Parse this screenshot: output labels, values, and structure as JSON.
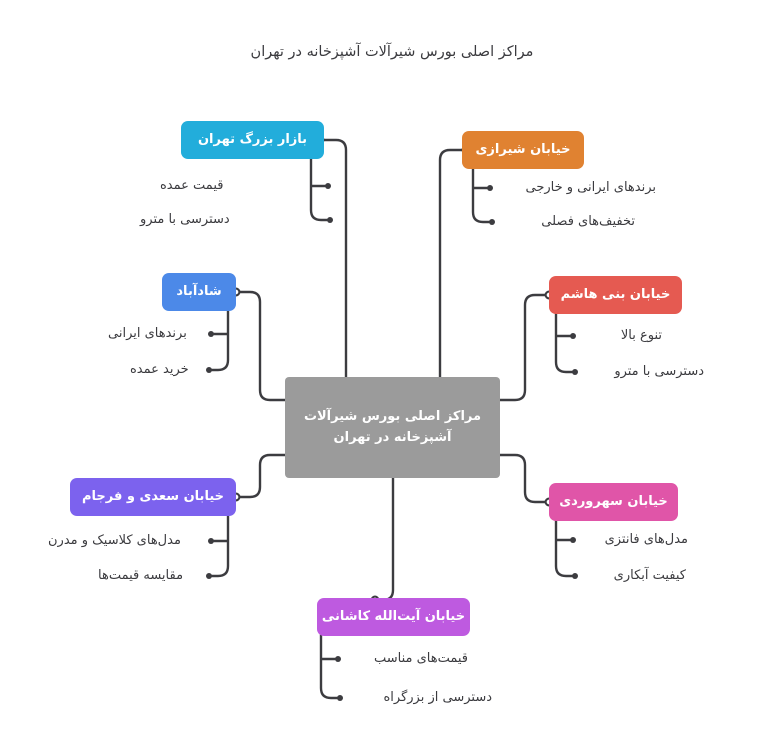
{
  "title": "مراکز اصلی بورس شیرآلات آشپزخانه در تهران",
  "central": {
    "label": "مراکز اصلی بورس شیرآلات آشپزخانه در تهران",
    "color": "#9b9b9b"
  },
  "branches": [
    {
      "id": "bazar-bozorg-tehran",
      "label": "بازار بزرگ تهران",
      "color": "#22ADDB",
      "children": [
        {
          "label": "قیمت عمده"
        },
        {
          "label": "دسترسی با مترو"
        }
      ]
    },
    {
      "id": "khiaban-shirazi",
      "label": "خیابان شیرازی",
      "color": "#E08231",
      "children": [
        {
          "label": "برندهای ایرانی و خارجی"
        },
        {
          "label": "تخفیف‌های فصلی"
        }
      ]
    },
    {
      "id": "shadabad",
      "label": "شادآباد",
      "color": "#4C89E8",
      "children": [
        {
          "label": "برندهای ایرانی"
        },
        {
          "label": "خرید عمده"
        }
      ]
    },
    {
      "id": "khiaban-bani-hashem",
      "label": "خیابان بنی هاشم",
      "color": "#E55A51",
      "children": [
        {
          "label": "تنوع بالا"
        },
        {
          "label": "دسترسی با مترو"
        }
      ]
    },
    {
      "id": "khiaban-saadi-o-farjam",
      "label": "خیابان سعدی و فرجام",
      "color": "#7C62EE",
      "children": [
        {
          "label": "مدل‌های کلاسیک و مدرن"
        },
        {
          "label": "مقایسه قیمت‌ها"
        }
      ]
    },
    {
      "id": "khiaban-sohrevardi",
      "label": "خیابان سهروردی",
      "color": "#E055A8",
      "children": [
        {
          "label": "مدل‌های فانتزی"
        },
        {
          "label": "کیفیت آبکاری"
        }
      ]
    },
    {
      "id": "khiaban-ayatollah-kashani",
      "label": "خیابان آیت‌الله کاشانی",
      "color": "#BE5AE0",
      "children": [
        {
          "label": "قیمت‌های مناسب"
        },
        {
          "label": "دسترسی از بزرگراه"
        }
      ]
    }
  ],
  "style": {
    "connector_color": "#3c3c40",
    "background": "#ffffff",
    "text_color": "#3b3b3f"
  }
}
